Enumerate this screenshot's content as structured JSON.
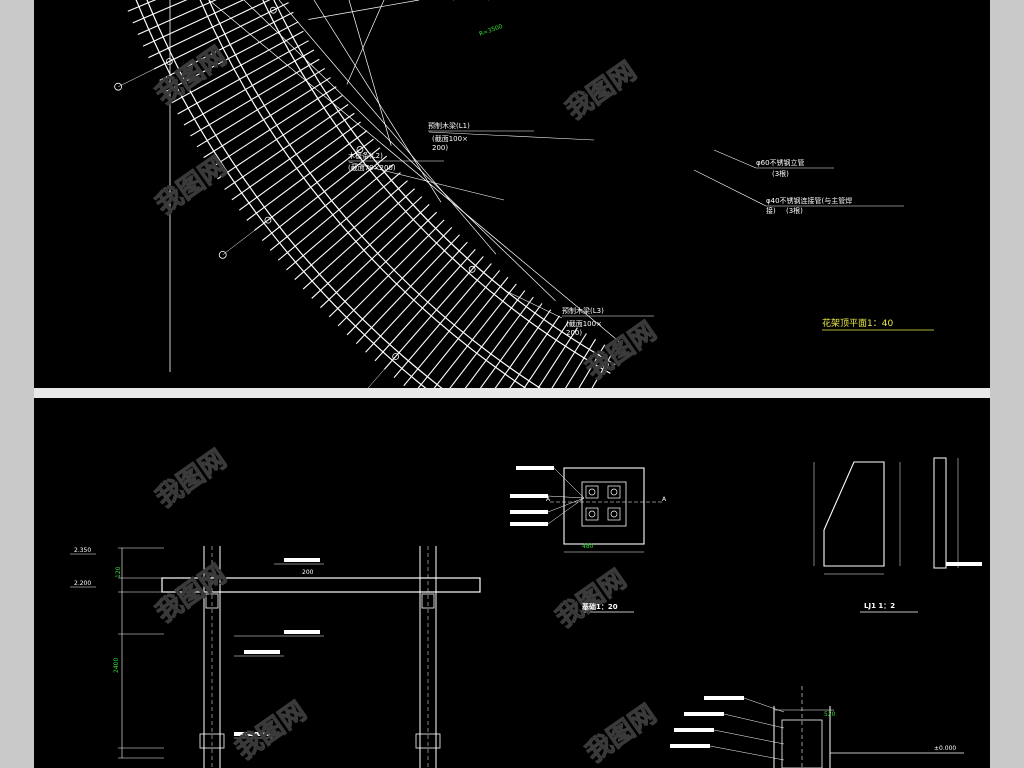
{
  "plan": {
    "title": "花架顶平面1：40",
    "labels": {
      "beam_l1": "预制木梁(L1)",
      "beam_l1_size": "(截面100×",
      "beam_l1_size2": "200)",
      "beam_l2": "木檩条(L2)",
      "beam_l2_size": "(截面70×200)",
      "beam_l3": "预制木梁(L3)",
      "beam_l3_size": "(截面100×",
      "beam_l3_size2": "200)",
      "pipe_60": "φ60不锈钢立管",
      "pipe_60_note": "(3根)",
      "pipe_40": "φ40不锈钢连接管(与主管焊",
      "pipe_40_b": "接)",
      "pipe_40_note": "(3根)",
      "radius_label": "R=3500"
    }
  },
  "detail": {
    "base_title": "基础1：20",
    "lj_title": "LJ1 1：2",
    "section_a": "A",
    "elev_1": "2.350",
    "elev_2": "2.200",
    "elev_3": "±0.000",
    "dim_2400": "2400",
    "dim_200": "200",
    "dim_120": "120",
    "dim_480": "480",
    "dim_520": "520"
  },
  "watermark": "我图网"
}
